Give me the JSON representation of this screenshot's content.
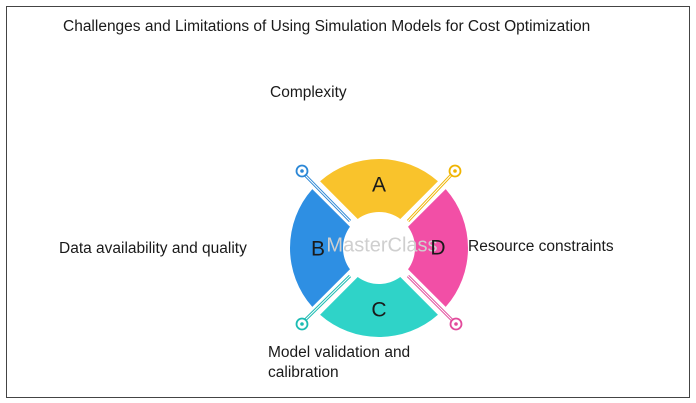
{
  "title": "Challenges and Limitations of Using Simulation Models for Cost Optimization",
  "watermark": "MasterClass",
  "segments": [
    {
      "id": "a",
      "letter": "A",
      "label": "Complexity",
      "color": "#f9c32c",
      "pin_color": "#f0b400"
    },
    {
      "id": "b",
      "letter": "B",
      "label": "Data availability and quality",
      "color": "#2e8fe3",
      "pin_color": "#2b87d6"
    },
    {
      "id": "c",
      "letter": "C",
      "label": "Model validation and calibration",
      "color": "#2fd3c8",
      "pin_color": "#1cbcb3"
    },
    {
      "id": "d",
      "letter": "D",
      "label": "Resource constraints",
      "color": "#f24fa6",
      "pin_color": "#e24a9b"
    }
  ]
}
